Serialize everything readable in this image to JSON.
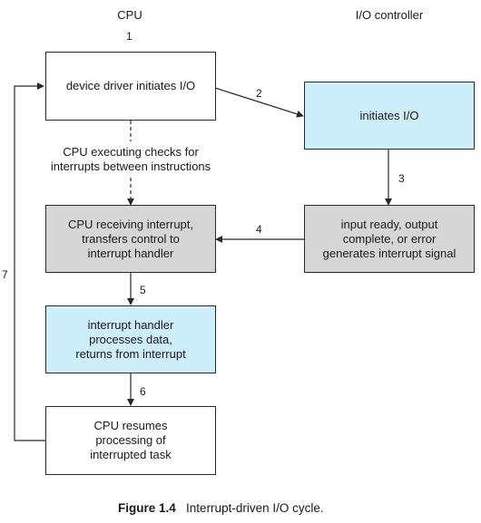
{
  "headings": {
    "cpu": "CPU",
    "io_controller": "I/O controller"
  },
  "steps": [
    "1",
    "2",
    "3",
    "4",
    "5",
    "6",
    "7"
  ],
  "boxes": {
    "driver_initiates": "device driver initiates I/O",
    "io_initiates": "initiates I/O",
    "cpu_receiving": "CPU receiving interrupt,\ntransfers control to\ninterrupt handler",
    "io_ready": "input ready, output\ncomplete, or error\ngenerates interrupt signal",
    "handler_processes": "interrupt handler\nprocesses data,\nreturns from interrupt",
    "cpu_resumes": "CPU resumes\nprocessing of\ninterrupted task"
  },
  "note": "CPU executing checks for\ninterrupts between instructions",
  "caption": {
    "figure": "Figure 1.4",
    "text": "Interrupt-driven I/O cycle."
  },
  "colors": {
    "blue_box": "#cdeefb",
    "gray_box": "#d6d6d7",
    "line": "#2a2a2a"
  }
}
